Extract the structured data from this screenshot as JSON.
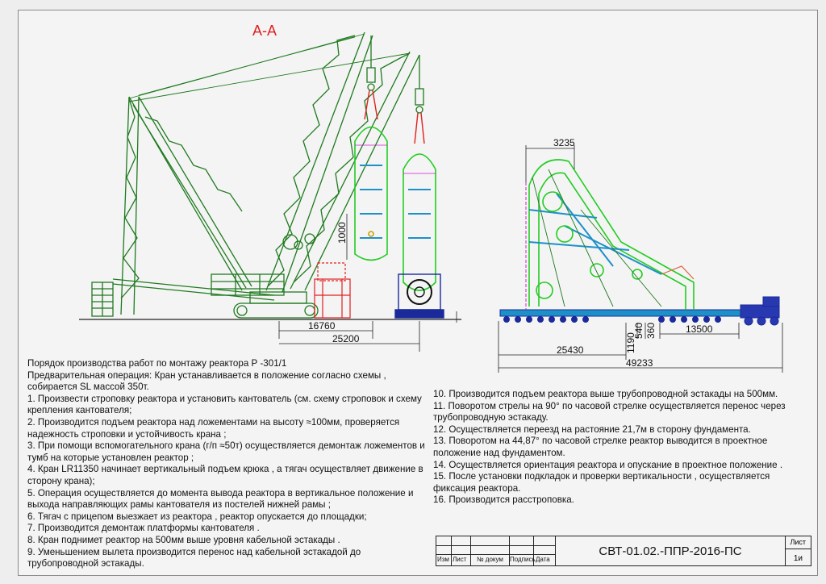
{
  "section_title": "А-А",
  "dimensions": {
    "d1000": "1000",
    "d16760": "16760",
    "d25200": "25200",
    "d3235": "3235",
    "d25430": "25430",
    "d1190": "1190",
    "d540": "540",
    "d360": "360",
    "d13500": "13500",
    "d49233": "49233"
  },
  "notes_left": [
    "Порядок производства работ по монтажу реактора Р -301/1",
    "Предварительная операция: Кран устанавливается в положение согласно схемы , собирается SL массой 350т.",
    "1. Произвести строповку реактора и установить кантователь  (см. схему строповок и схему крепления кантователя;",
    "2. Производится подъем реактора над ложементами на высоту  ≈100мм, проверяется надежность строповки и устойчивость крана ;",
    "3. При помощи вспомогательного крана  (г/п ≈50т) осуществляется демонтаж ложементов и тумб на которые установлен реактор ;",
    "4. Кран LR11350 начинает вертикальный подъем крюка , а тягач осуществляет движение в сторону крана);",
    "5. Операция осуществляется до момента вывода реактора в вертикальное положение и выхода направляющих рамы кантователя из постелей нижней рамы ;",
    "6. Тягач с прицепом выезжает из реактора , реактор опускается до площадки;",
    "7. Производится демонтаж платформы кантователя .",
    "8. Кран поднимет реактор на 500мм выше уровня кабельной эстакады .",
    "9. Уменьшением вылета производится перенос над кабельной эстакадой до трубопроводной эстакады."
  ],
  "notes_right": [
    "10. Производится подъем реактора выше трубопроводной эстакады на  500мм.",
    "11. Поворотом стрелы на 90° по часовой стрелке осуществляется перенос через трубопроводную эстакаду.",
    "12. Осуществляется переезд на растояние  21,7м в сторону фундамента.",
    "13. Поворотом на 44,87° по часовой стрелке реактор выводится в проектное положение над фундаментом.",
    "14. Осуществляется ориентация реактора и опускание в проектное положение .",
    "15. После установки подкладок и проверки вертикальности , осуществляется фиксация реактора.",
    "16. Производится расстроповка."
  ],
  "title_block": {
    "headers": [
      "Изм",
      "Лист",
      "№ докум",
      "Подпись",
      "Дата"
    ],
    "doc_code": "СВТ-01.02.-ППР-2016-ПС",
    "sheet_label": "Лист",
    "sheet_number": "1и"
  },
  "colors": {
    "structure": "#1f7a1f",
    "vessel": "#22cc22",
    "accent_blue": "#1e90c8",
    "accent_magenta": "#d020d0",
    "sling": "#e02020",
    "base_blue": "#1a2a9a",
    "title_red": "#e02020"
  }
}
